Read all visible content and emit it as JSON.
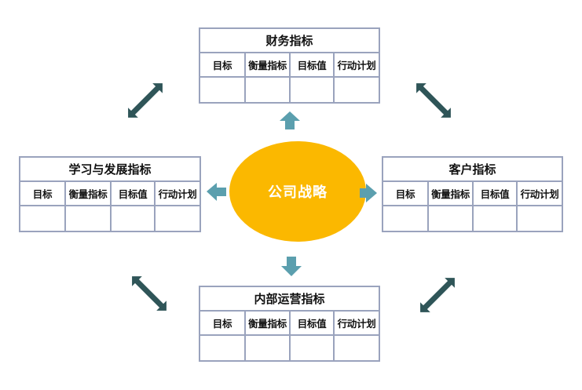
{
  "center": {
    "label": "公司战略"
  },
  "columns": [
    "目标",
    "衡量指标",
    "目标值",
    "行动计划"
  ],
  "tables": {
    "finance": {
      "title": "财务指标"
    },
    "learning": {
      "title": "学习与发展指标"
    },
    "customer": {
      "title": "客户指标"
    },
    "internal": {
      "title": "内部运营指标"
    }
  },
  "colors": {
    "ellipse": "#fbb800",
    "table_border": "#9aa3bd",
    "small_arrow": "#5b9fae",
    "diagonal_arrow": "#2f5558"
  },
  "icons": {
    "small_arrows": "arrow-icon",
    "diagonal_arrows": "double-arrow-icon"
  }
}
